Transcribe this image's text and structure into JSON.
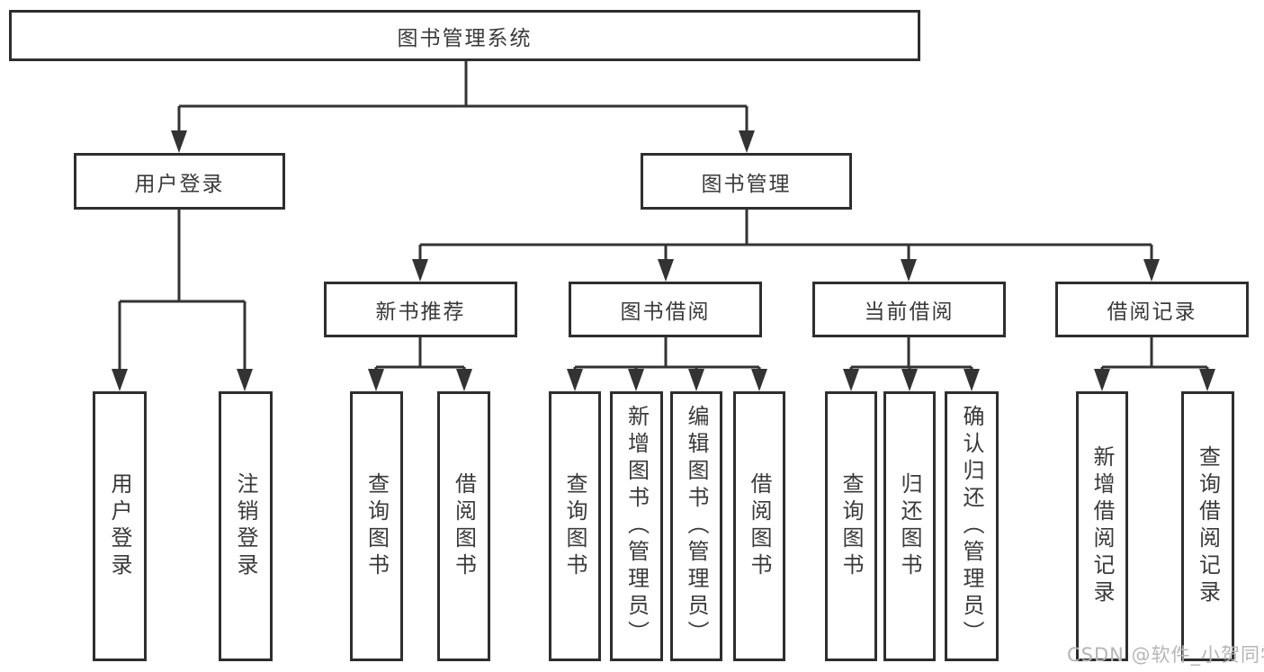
{
  "diagram": {
    "root": {
      "label": "图书管理系统"
    },
    "level2": [
      {
        "label": "用户登录"
      },
      {
        "label": "图书管理"
      }
    ],
    "level3": [
      {
        "label": "新书推荐"
      },
      {
        "label": "图书借阅"
      },
      {
        "label": "当前借阅"
      },
      {
        "label": "借阅记录"
      }
    ],
    "level4": {
      "user_login": [
        {
          "label": "用户登录"
        },
        {
          "label": "注销登录"
        }
      ],
      "new_book_recommend": [
        {
          "label": "查询图书"
        },
        {
          "label": "借阅图书"
        }
      ],
      "book_borrow": [
        {
          "label": "查询图书"
        },
        {
          "label": "新增图书（管理员）"
        },
        {
          "label": "编辑图书（管理员）"
        },
        {
          "label": "借阅图书"
        }
      ],
      "current_borrow": [
        {
          "label": "查询图书"
        },
        {
          "label": "归还图书"
        },
        {
          "label": "确认归还（管理员）"
        }
      ],
      "borrow_records": [
        {
          "label": "新增借阅记录"
        },
        {
          "label": "查询借阅记录"
        }
      ]
    },
    "colors": {
      "line": "#333333",
      "box_border": "#2e2e2e",
      "text": "#3a3a3a",
      "watermark": "#b5b5b5",
      "background": "#ffffff"
    }
  },
  "watermark": {
    "text": "CSDN @软件_小贺同学"
  }
}
